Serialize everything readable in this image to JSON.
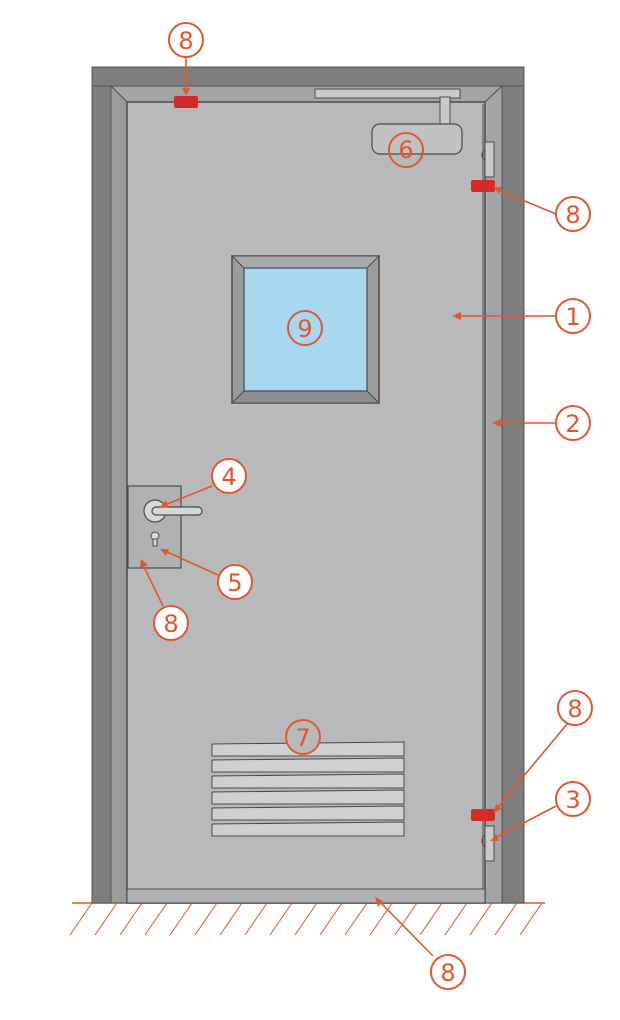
{
  "colors": {
    "frame": "#7d7d7d",
    "frame_dark": "#5f5f5f",
    "door_leaf": "#b8b9bb",
    "door_edge": "#4a4a4a",
    "glass": "#a7d8f0",
    "glass_frame": "#9a9b9d",
    "seal": "#d42a2a",
    "callout": "#e4572e",
    "floor_line": "#e4572e"
  },
  "callouts": {
    "door_leaf": "1",
    "door_frame": "2",
    "hinge": "3",
    "handle": "4",
    "lock_cylinder": "5",
    "door_closer": "6",
    "vent_grille": "7",
    "seal": "8",
    "window": "9"
  }
}
